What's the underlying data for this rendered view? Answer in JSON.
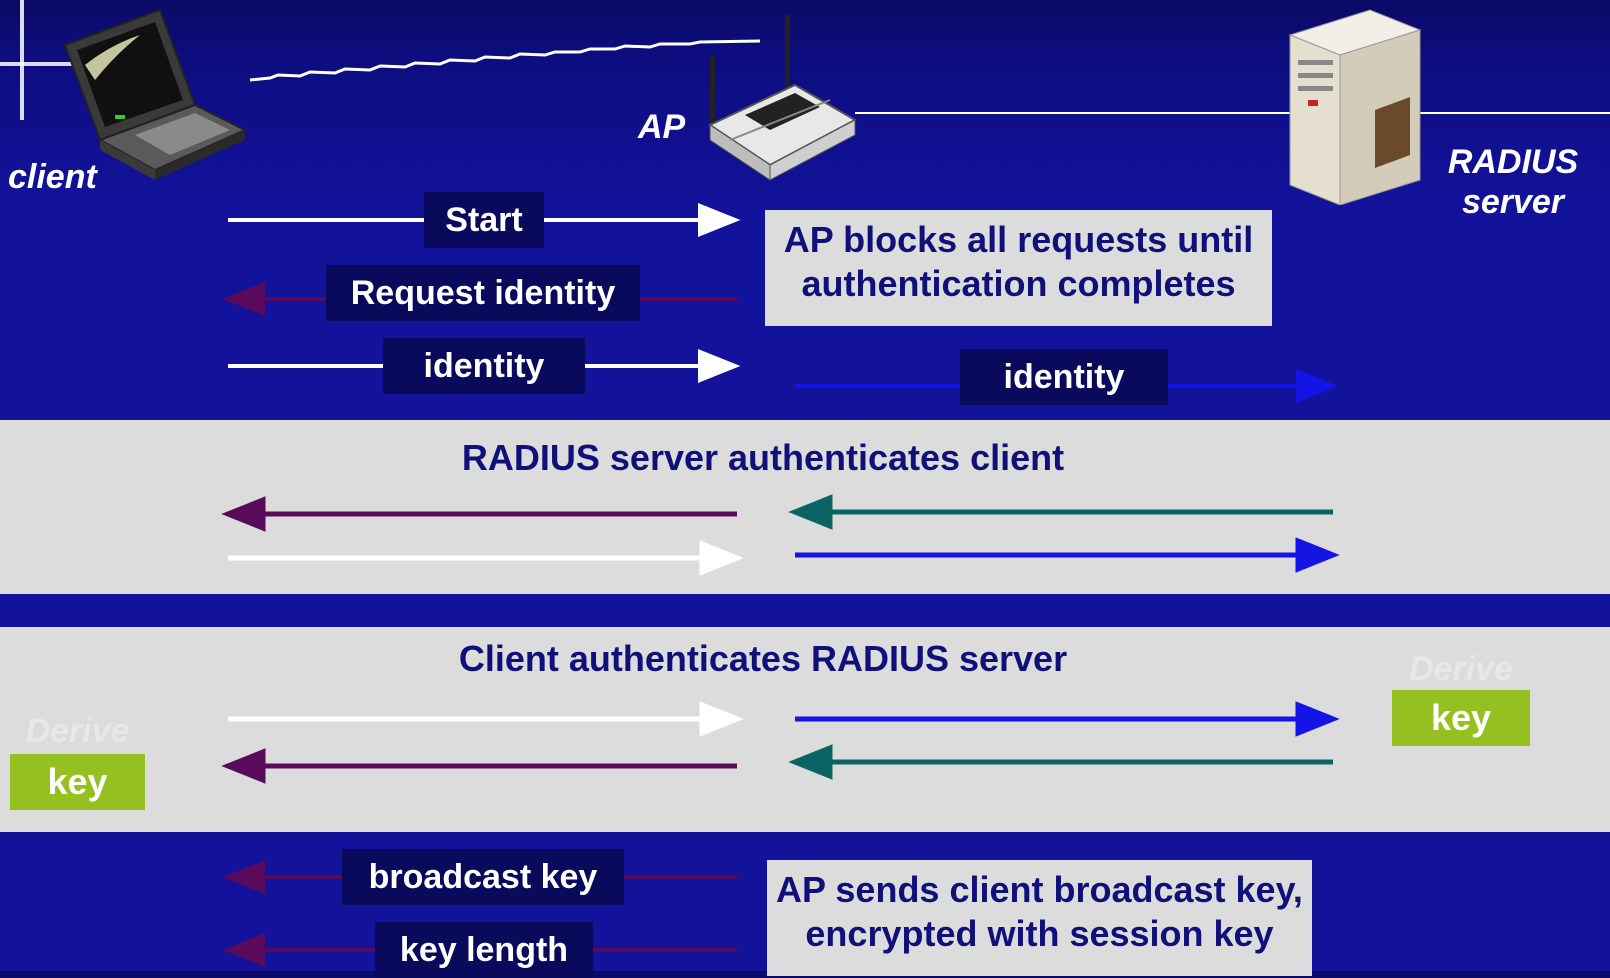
{
  "actors": {
    "client": "client",
    "ap": "AP",
    "server_line1": "RADIUS",
    "server_line2": "server"
  },
  "phase1": {
    "start": "Start",
    "request_identity": "Request identity",
    "identity_client": "identity",
    "identity_server": "identity",
    "ap_note_line1": "AP blocks all requests until",
    "ap_note_line2": "authentication completes"
  },
  "phase2": {
    "title": "RADIUS server authenticates client"
  },
  "phase3": {
    "title": "Client authenticates RADIUS server",
    "derive_left": "Derive",
    "key_left": "key",
    "derive_right": "Derive",
    "key_right": "key"
  },
  "phase4": {
    "broadcast_key": "broadcast key",
    "key_length": "key length",
    "ap_note_line1": "AP sends client broadcast key,",
    "ap_note_line2": "encrypted with session key"
  },
  "colors": {
    "background": "#12129a",
    "band": "#dcdcdc",
    "arrow_white": "#ffffff",
    "arrow_purple": "#5a0a5a",
    "arrow_blue": "#1414e6",
    "arrow_teal": "#0a6464",
    "key_green": "#94c11f",
    "text_dark": "#10107a"
  },
  "icons": [
    "laptop-icon",
    "wireless-router-icon",
    "server-tower-icon"
  ]
}
